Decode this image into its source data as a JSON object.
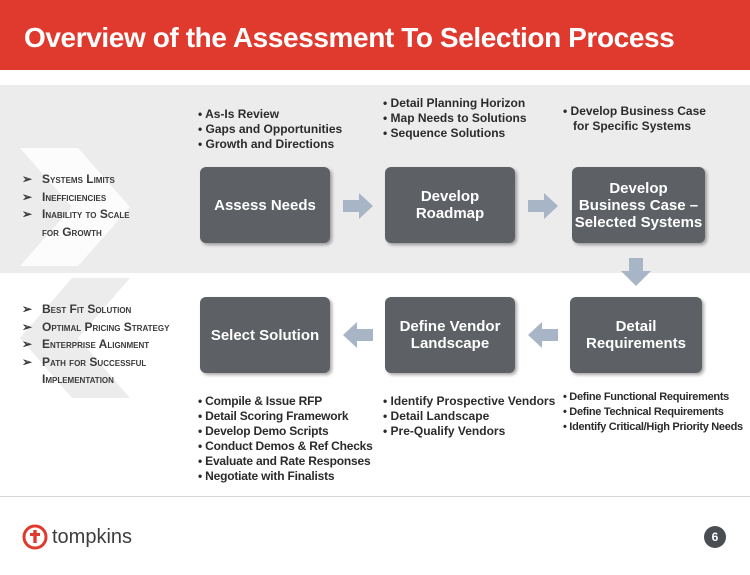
{
  "title": "Overview of the Assessment To Selection Process",
  "left_top_list": [
    "Systems Limits",
    "Inefficiencies",
    "Inability to Scale\nfor Growth"
  ],
  "left_bottom_list": [
    "Best Fit Solution",
    "Optimal Pricing Strategy",
    "Enterprise Alignment",
    "Path for Successful\nImplementation"
  ],
  "steps": {
    "assess": "Assess Needs",
    "roadmap": "Develop\nRoadmap",
    "business_case": "Develop\nBusiness Case –\nSelected Systems",
    "requirements": "Detail\nRequirements",
    "vendor": "Define Vendor\nLandscape",
    "selection": "Select Solution"
  },
  "notes": {
    "assess": [
      "• As-Is Review",
      "• Gaps and Opportunities",
      "• Growth and Directions"
    ],
    "roadmap": [
      "• Detail Planning Horizon",
      "• Map Needs to Solutions",
      "• Sequence Solutions"
    ],
    "business_case": [
      "• Develop Business Case",
      "   for Specific Systems"
    ],
    "requirements": [
      "• Define Functional Requirements",
      "• Define Technical Requirements",
      "• Identify Critical/High Priority Needs"
    ],
    "vendor": [
      "• Identify Prospective Vendors",
      "• Detail Landscape",
      "• Pre-Qualify Vendors"
    ],
    "selection": [
      "• Compile & Issue RFP",
      "• Detail Scoring Framework",
      "• Develop Demo Scripts",
      "• Conduct Demos & Ref Checks",
      "• Evaluate and Rate Responses",
      "• Negotiate with Finalists"
    ]
  },
  "footer": {
    "logo_text": "tompkins",
    "page_number": "6"
  },
  "colors": {
    "header": "#e03a2f",
    "box": "#5d6064",
    "arrow": "#a7b5c6"
  }
}
